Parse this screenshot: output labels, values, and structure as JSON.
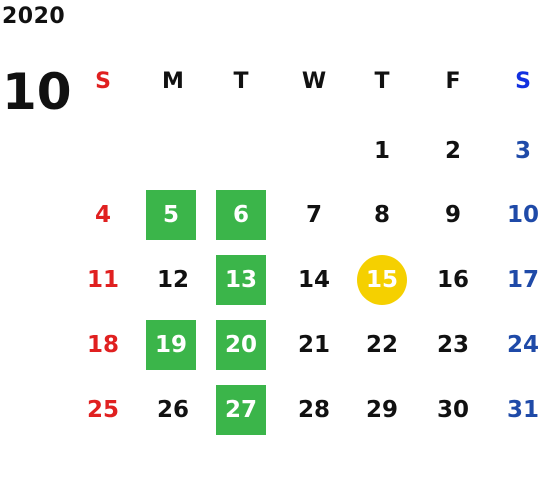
{
  "calendar": {
    "year": "2020",
    "month": "10",
    "weekdays": [
      "S",
      "M",
      "T",
      "W",
      "T",
      "F",
      "S"
    ],
    "weeks": [
      [
        "",
        "",
        "",
        "",
        "1",
        "2",
        "3"
      ],
      [
        "4",
        "5",
        "6",
        "7",
        "8",
        "9",
        "10"
      ],
      [
        "11",
        "12",
        "13",
        "14",
        "15",
        "16",
        "17"
      ],
      [
        "18",
        "19",
        "20",
        "21",
        "22",
        "23",
        "24"
      ],
      [
        "25",
        "26",
        "27",
        "28",
        "29",
        "30",
        "31"
      ]
    ],
    "highlighted_days": [
      "5",
      "6",
      "13",
      "19",
      "20",
      "27"
    ],
    "today": "15",
    "colors": {
      "sunday": "#e02020",
      "saturday": "#1f4aa8",
      "highlight": "#3bb54a",
      "today": "#f5d000"
    }
  }
}
